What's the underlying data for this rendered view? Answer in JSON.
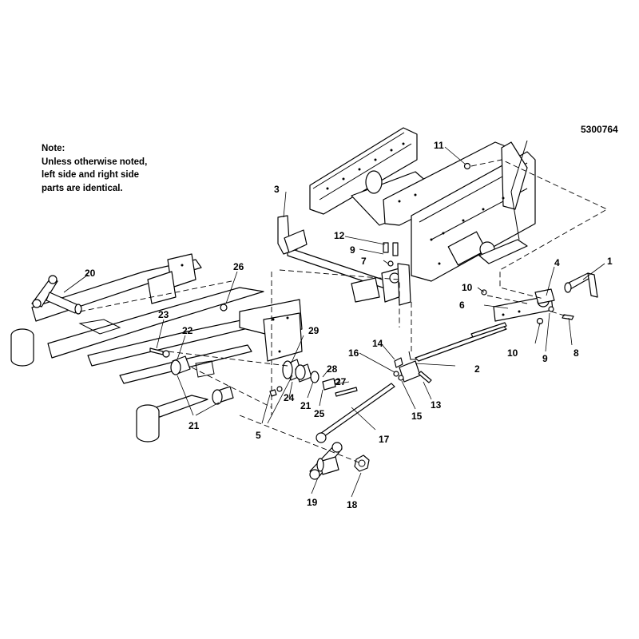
{
  "document_number": "5300764",
  "note": {
    "heading": "Note:",
    "lines": [
      "Unless otherwise noted,",
      "left side and right side",
      "parts are identical."
    ]
  },
  "callouts": [
    "1",
    "2",
    "3",
    "4",
    "5",
    "5",
    "6",
    "7",
    "8",
    "9",
    "9",
    "10",
    "10",
    "11",
    "12",
    "13",
    "14",
    "15",
    "16",
    "17",
    "18",
    "19",
    "20",
    "21",
    "21",
    "21",
    "22",
    "23",
    "24",
    "25",
    "26",
    "27",
    "28",
    "29"
  ]
}
